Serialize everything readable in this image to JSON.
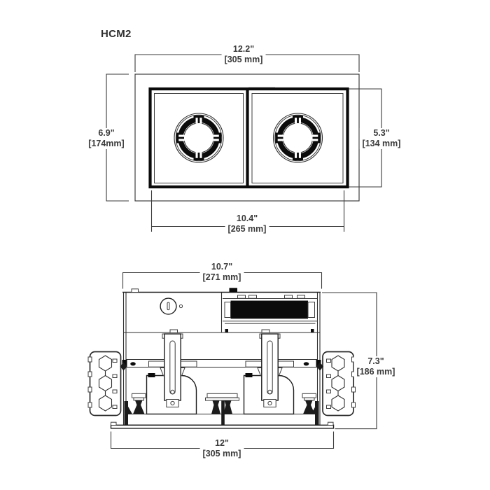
{
  "drawing": {
    "model": "HCM2"
  },
  "plan_view": {
    "overall_width": {
      "inches": "12.2\"",
      "mm": "[305 mm]"
    },
    "overall_height": {
      "inches": "6.9\"",
      "mm": "[174mm]"
    },
    "ceiling_opening_height": {
      "inches": "5.3\"",
      "mm": "[134 mm]"
    },
    "ceiling_opening_width": {
      "inches": "10.4\"",
      "mm": "[265 mm]"
    }
  },
  "section_view": {
    "housing_width": {
      "inches": "10.7\"",
      "mm": "[271 mm]"
    },
    "housing_height": {
      "inches": "7.3\"",
      "mm": "[186 mm]"
    },
    "flange_width": {
      "inches": "12\"",
      "mm": "[305 mm]"
    }
  },
  "colors": {
    "line": "#2e2e2e",
    "ink": "#0b0b0b",
    "text": "#3b3b3b",
    "background": "#ffffff"
  }
}
